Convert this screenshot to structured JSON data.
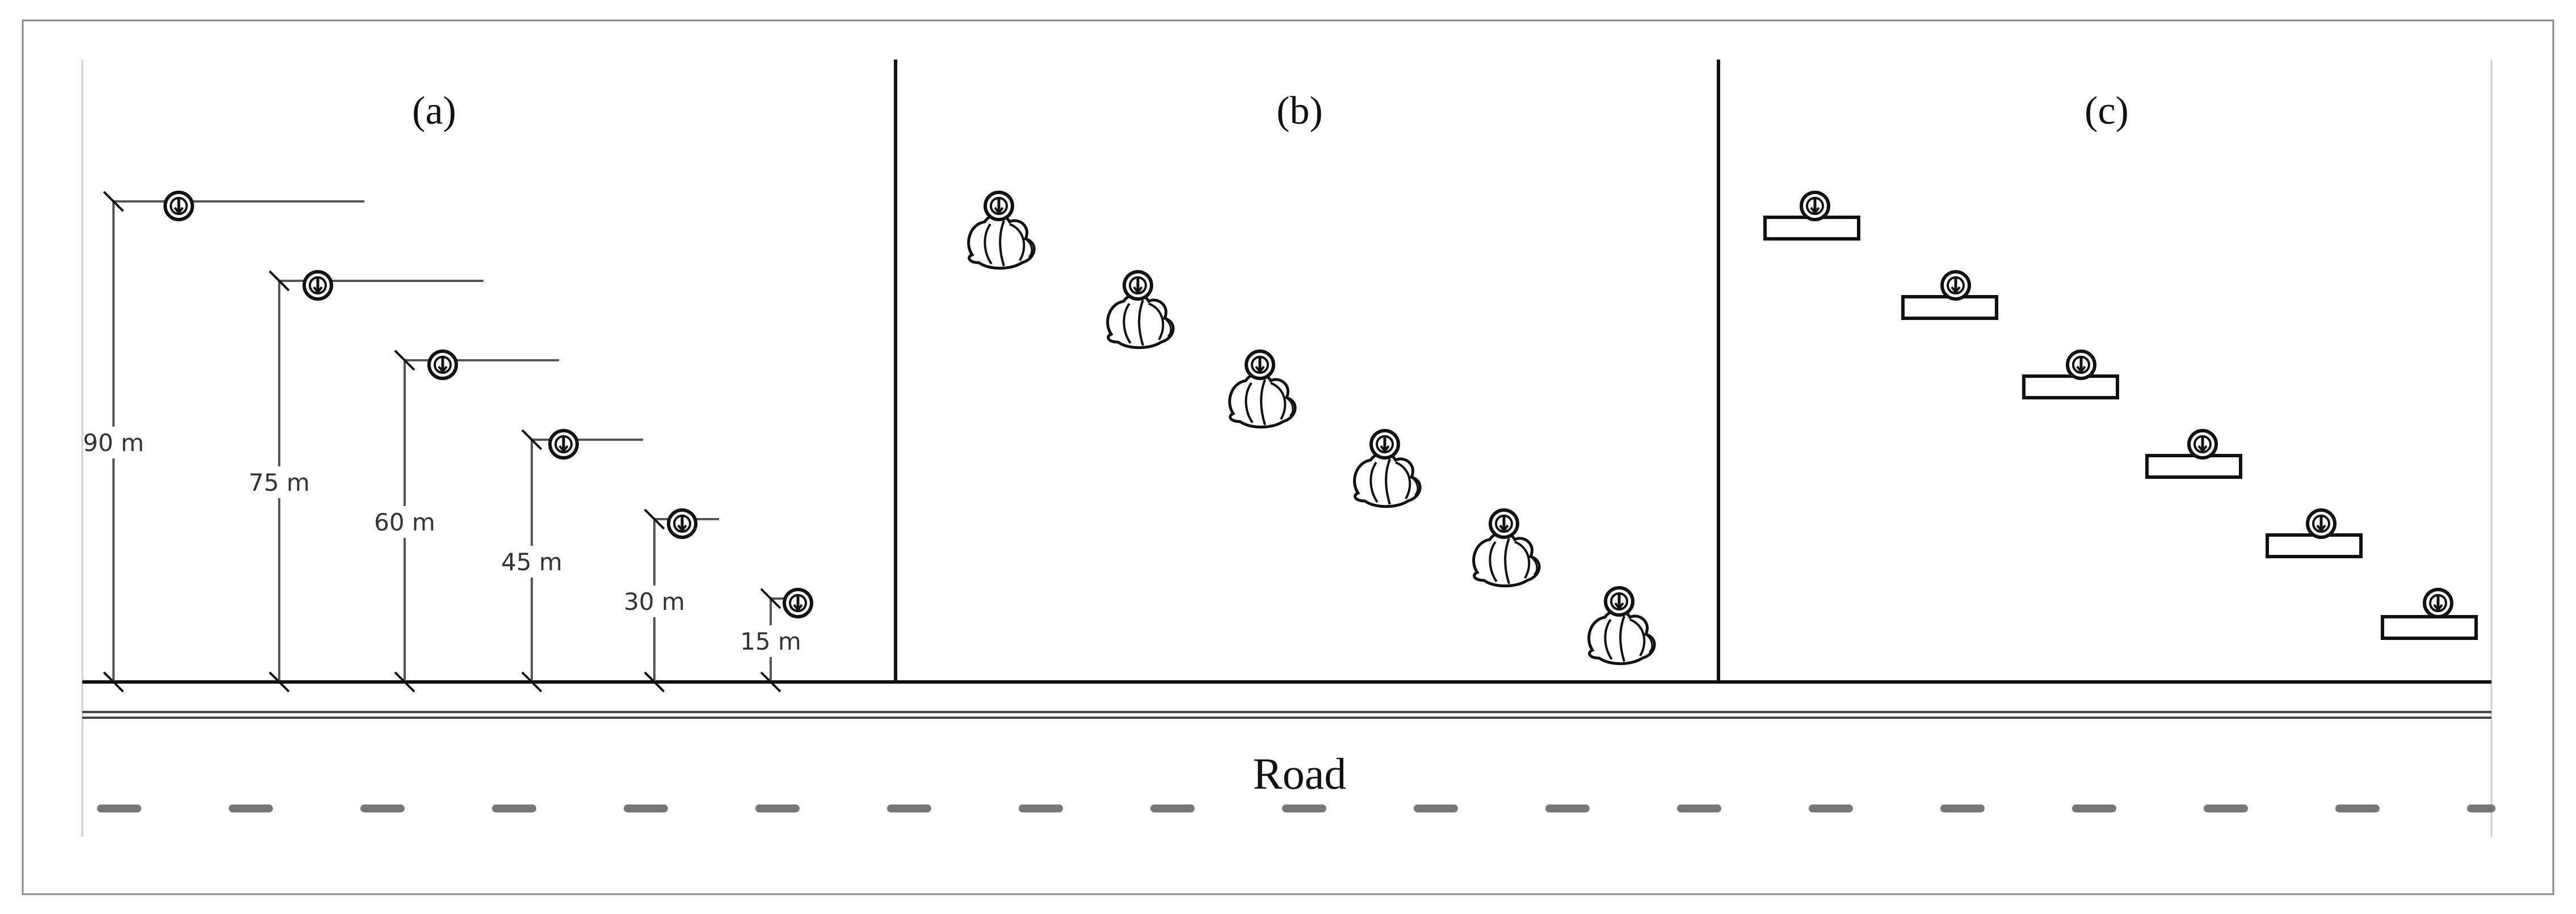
{
  "panels": [
    {
      "label": "(a)",
      "heights": [
        "90 m",
        "75 m",
        "60 m",
        "45 m",
        "30 m",
        "15 m"
      ]
    },
    {
      "label": "(b)"
    },
    {
      "label": "(c)"
    }
  ],
  "road": {
    "label": "Road"
  },
  "icons": {
    "sensor": "sensor-icon",
    "vegetation": "shrub-icon",
    "platform": "platform-icon"
  },
  "colors": {
    "line": "#111111",
    "dimension": "#555555",
    "road_dash": "#777777",
    "frame": "#888888"
  }
}
